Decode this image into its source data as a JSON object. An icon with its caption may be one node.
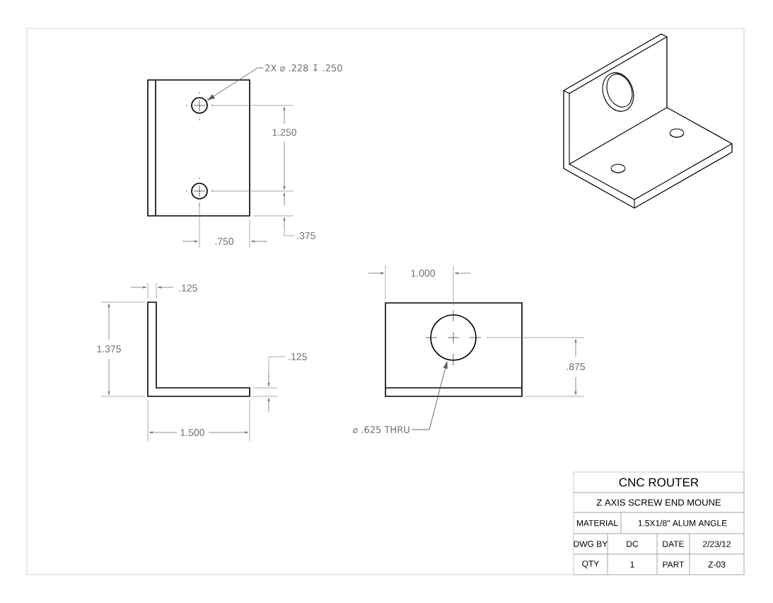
{
  "diagram": {
    "nodes": [
      {
        "text": [
          "2X ⌀ .228 ↧ .250"
        ]
      },
      {
        "text": [],
        "shape": "circle"
      },
      {
        "text": [
          "⌀ .625 THRU"
        ]
      },
      {
        "text": [],
        "shape": "circle"
      }
    ],
    "edges": [
      {
        "from": 0,
        "to": 1,
        "arrow": "to"
      },
      {
        "from": 2,
        "to": 3,
        "arrow": "to"
      }
    ],
    "labels": [
      "1.250",
      ".375",
      ".750",
      ".125",
      "1.375",
      ".125",
      "1.500",
      "1.000",
      ".875",
      "CNC ROUTER",
      "Z AXIS SCREW END MOUNE",
      "MATERIAL",
      "1.5X1/8\" ALUM ANGLE",
      "DWG BY",
      "DC",
      "DATE",
      "2/23/12",
      "QTY",
      "1",
      "PART",
      "Z-03"
    ]
  }
}
